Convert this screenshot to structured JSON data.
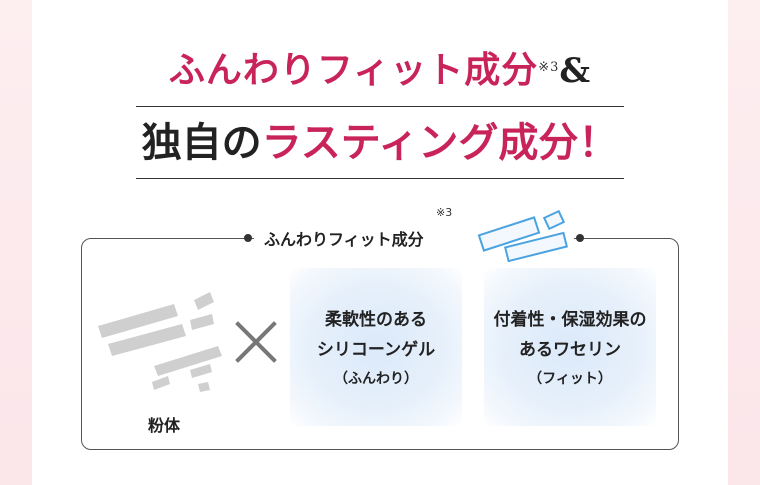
{
  "headline": {
    "line1_text": "ふんわりフィット成分",
    "line1_note": "※3",
    "line1_amp": "&",
    "line2_dark": "独自の",
    "line2_pink": "ラスティング成分！"
  },
  "box": {
    "title": "ふんわりフィット成分",
    "title_note": "※3",
    "powder_label": "粉体",
    "card1": {
      "line1": "柔軟性のある",
      "line2": "シリコーンゲル",
      "line3": "（ふんわり）"
    },
    "card2": {
      "line1": "付着性・保湿効果の",
      "line2": "あるワセリン",
      "line3": "（フィット）"
    }
  },
  "colors": {
    "accent": "#c8245a",
    "text": "#222222",
    "card_blue": "#dbe9f9",
    "gel_blue": "#4aa3e0",
    "powder_gray": "#cfcfcf"
  },
  "icons": [
    "powder-flakes-icon",
    "times-icon",
    "gel-flakes-icon"
  ]
}
